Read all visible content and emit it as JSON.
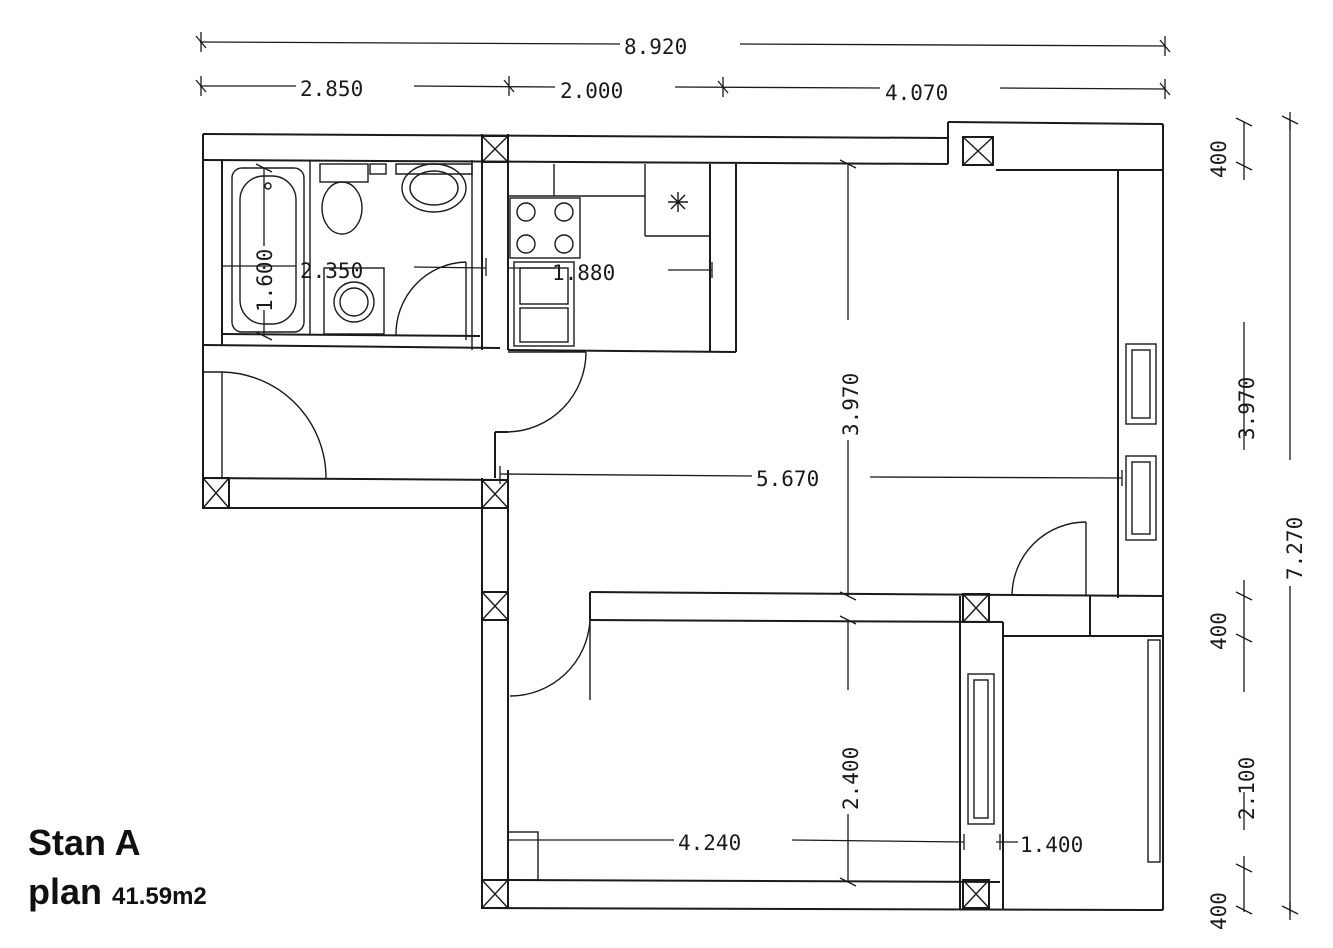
{
  "title": {
    "unit_name": "Stan A",
    "plan_label": "plan",
    "area": "41.59m2"
  },
  "dimensions": {
    "overall_width": "8.920",
    "seg_1": "2.850",
    "seg_2": "2.000",
    "seg_3": "4.070",
    "bath_width": "2.350",
    "bath_tub": "1.600",
    "kitchen_width": "1.880",
    "living_height": "3.970",
    "living_width": "5.670",
    "bedroom_height": "2.400",
    "bedroom_width": "4.240",
    "balcony_width": "1.400",
    "right_top_wall": "400",
    "right_living": "3.970",
    "right_mid_wall": "400",
    "right_bedroom": "2.100",
    "right_bottom_wall": "400",
    "overall_height": "7.270"
  }
}
